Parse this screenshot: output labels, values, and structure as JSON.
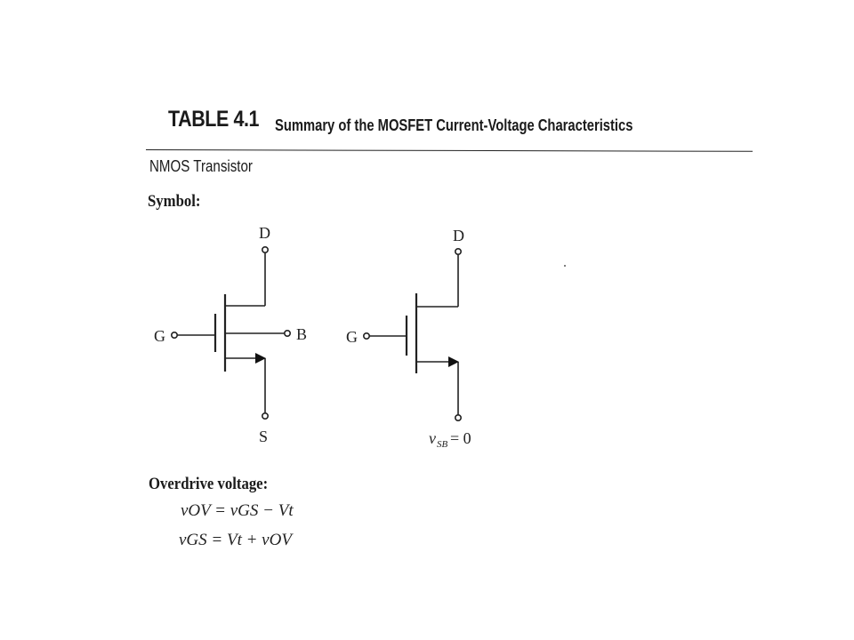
{
  "table": {
    "number": "TABLE 4.1",
    "title": "Summary of the MOSFET Current-Voltage Characteristics"
  },
  "transistor_type": "NMOS Transistor",
  "symbol_section": {
    "heading": "Symbol:",
    "four_terminal": {
      "drain": "D",
      "gate": "G",
      "source": "S",
      "body": "B"
    },
    "three_terminal": {
      "drain": "D",
      "gate": "G",
      "note_var": "v",
      "note_sub": "SB",
      "note_rest": " = 0"
    }
  },
  "overdrive_section": {
    "heading": "Overdrive voltage:",
    "equation_1": "vOV = vGS − Vt",
    "equation_2": "vGS = Vt + vOV"
  }
}
